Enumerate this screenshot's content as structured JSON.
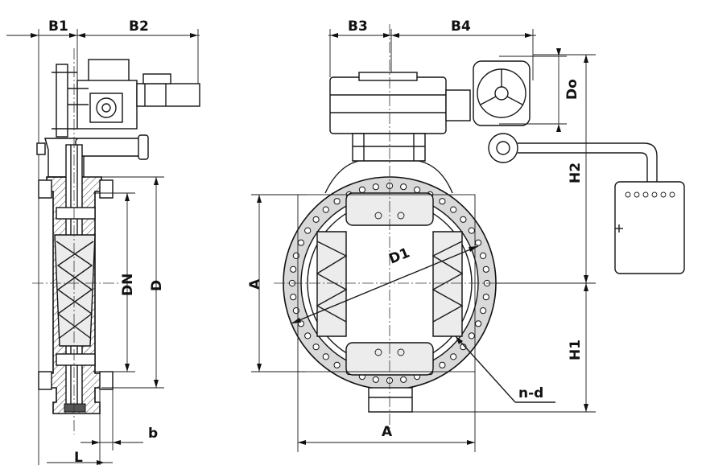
{
  "labels": {
    "b1": "B1",
    "b2": "B2",
    "b3": "B3",
    "b4": "B4",
    "do": "Do",
    "h2": "H2",
    "h1": "H1",
    "dn": "DN",
    "d": "D",
    "d1": "D1",
    "a_left": "A",
    "a_bottom": "A",
    "nd": "n-d",
    "b": "b",
    "l": "L"
  },
  "colors": {
    "line": "#1a1a1a",
    "fill": "#d9d9d9",
    "background": "#ffffff"
  }
}
